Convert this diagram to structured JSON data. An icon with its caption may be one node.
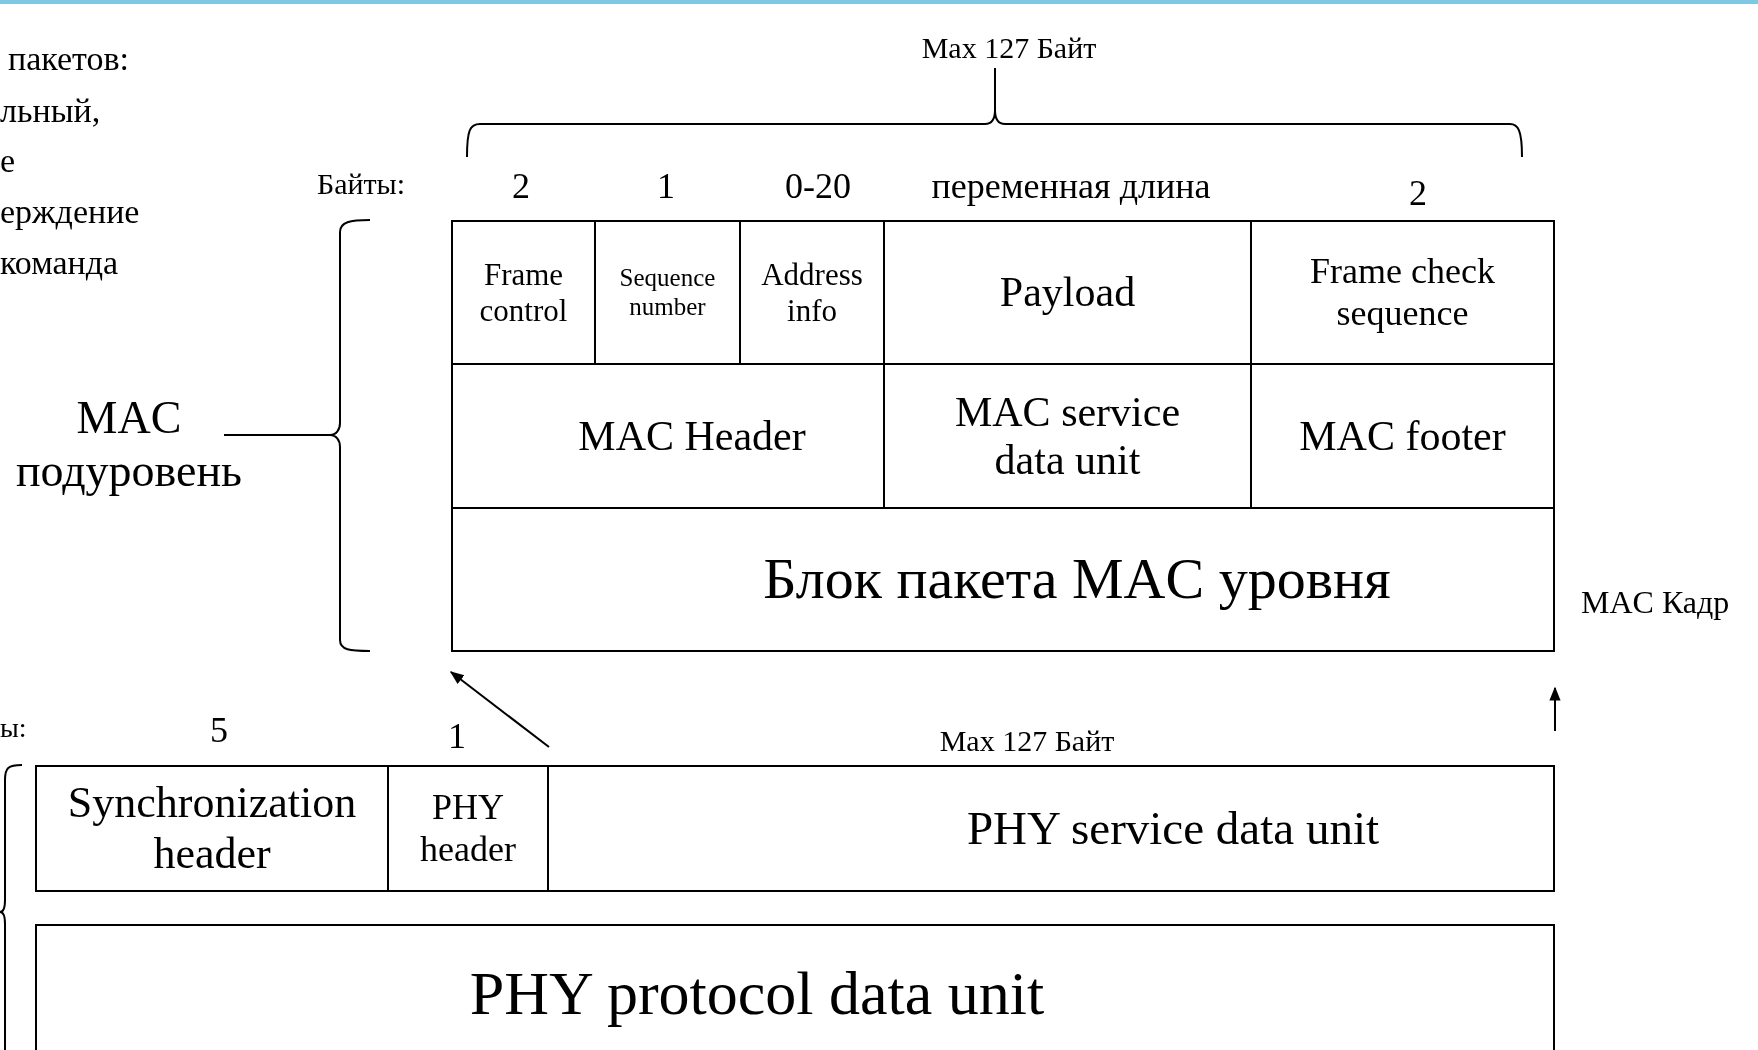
{
  "diagram": {
    "nodes": [
      {
        "text": [
          "Frame control"
        ]
      },
      {
        "text": [
          "Sequence number"
        ]
      },
      {
        "text": [
          "Address info"
        ]
      },
      {
        "text": [
          "Payload"
        ]
      },
      {
        "text": [
          "Frame check sequence"
        ]
      },
      {
        "text": [
          "MAC Header"
        ]
      },
      {
        "text": [
          "MAC service data unit"
        ]
      },
      {
        "text": [
          "MAC footer"
        ]
      },
      {
        "text": [
          "Блок пакета MAC уровня"
        ]
      },
      {
        "text": [
          "Synchronization header"
        ]
      },
      {
        "text": [
          "PHY header"
        ]
      },
      {
        "text": [
          "PHY service data unit"
        ]
      },
      {
        "text": [
          "PHY protocol data unit"
        ]
      }
    ],
    "edges": [
      {
        "from": 11,
        "to": 8,
        "arrow": "to"
      },
      {
        "from": 11,
        "to": 8,
        "arrow": "to"
      }
    ],
    "labels": [
      "Max 127 Байт",
      "пакетов:",
      "льный,",
      "е",
      "Байты:",
      "2",
      "1",
      "0-20",
      "переменная длина",
      "2",
      "ерждение",
      "команда",
      "MAC подуровень",
      "MAC Кадр",
      "ы:",
      "5",
      "1",
      "Max 127 Байт"
    ]
  }
}
